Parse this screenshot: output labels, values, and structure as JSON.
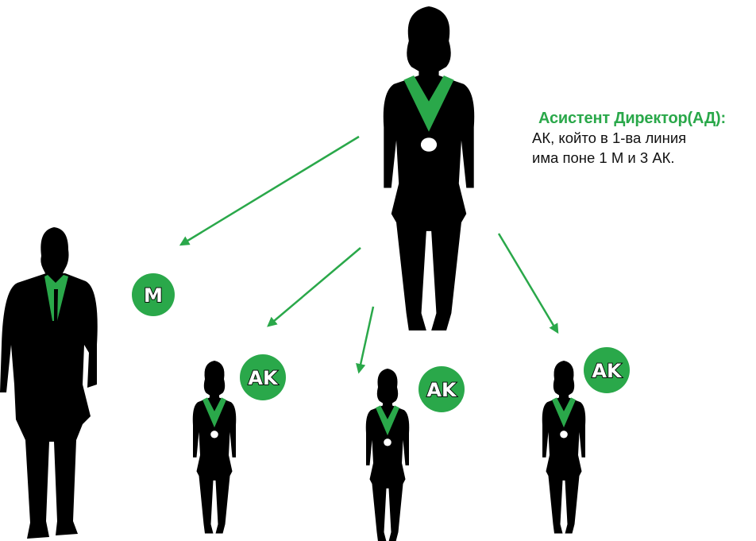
{
  "colors": {
    "accent": "#2aa84a",
    "figure": "#000000",
    "text": "#111111"
  },
  "director": {
    "title": "Асистент Директор(АД):",
    "lines": [
      "АК, който в 1-ва линия",
      "има поне 1 М и 3 АК."
    ]
  },
  "badges": {
    "manager": "M",
    "consultant_1": "AK",
    "consultant_2": "AK",
    "consultant_3": "AK"
  },
  "icons": [
    "woman-silhouette-icon",
    "man-silhouette-icon",
    "arrow-icon"
  ]
}
